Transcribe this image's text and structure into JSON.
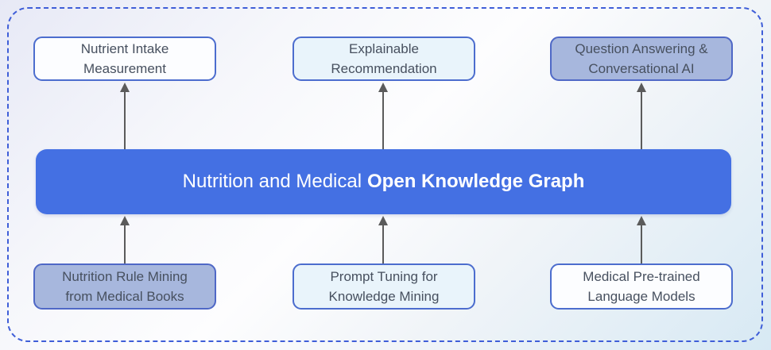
{
  "figure": {
    "center_bar": {
      "text_regular": "Nutrition and Medical",
      "text_bold": "Open Knowledge Graph"
    },
    "top_row": [
      {
        "label": "Nutrient Intake Measurement",
        "variant": "white"
      },
      {
        "label": "Explainable Recommendation",
        "variant": "azure"
      },
      {
        "label": "Question Answering & Conversational AI",
        "variant": "periwinkle"
      }
    ],
    "bottom_row": [
      {
        "label": "Nutrition Rule Mining from Medical Books",
        "variant": "periwinkle"
      },
      {
        "label": "Prompt Tuning for Knowledge Mining",
        "variant": "azure"
      },
      {
        "label": "Medical Pre-trained Language Models",
        "variant": "white"
      }
    ],
    "arrows": {
      "direction": "up",
      "count": 6
    },
    "colors": {
      "bar_fill": "#4470e3",
      "bar_text": "#ffffff",
      "frame_border": "#3f5ed8",
      "box_border": "#4c6dce",
      "box_fill_white": "#fcfdff",
      "box_fill_azure": "#e9f4fb",
      "box_fill_periwinkle": "#a7b7dd",
      "label_text": "#47505f",
      "arrow": "#5b5b5b",
      "background_top_left": "#e7e9f6",
      "background_bottom_right": "#d7e9f4"
    }
  }
}
